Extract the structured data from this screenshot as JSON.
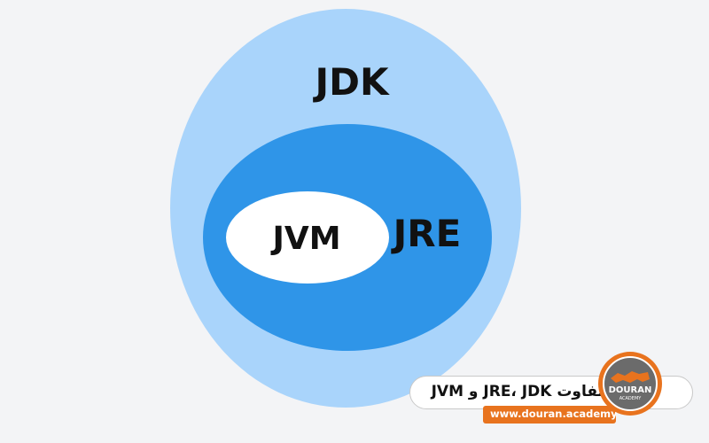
{
  "diagram": {
    "outer_label": "JDK",
    "middle_label": "JRE",
    "inner_label": "JVM",
    "colors": {
      "background": "#f3f4f6",
      "outer": "#a9d4fb",
      "middle": "#2f95e8",
      "inner": "#ffffff"
    }
  },
  "banner": {
    "title": "تفاوت JRE، JDK و JVM",
    "url": "www.douran.academy",
    "accent": "#e8731e"
  },
  "logo": {
    "brand": "DOURAN",
    "sub": "ACADEMY",
    "icon": "douran-academy-logo-icon"
  }
}
